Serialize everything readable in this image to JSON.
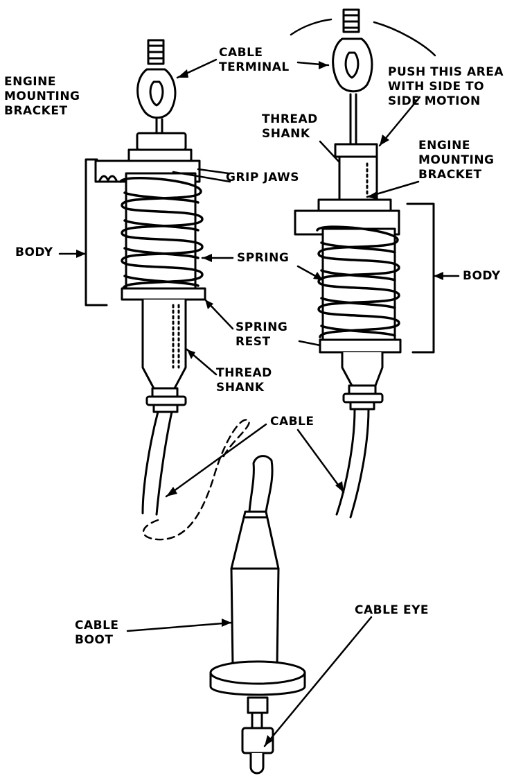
{
  "labels": {
    "left_engine_bracket": [
      "ENGINE",
      "MOUNTING",
      "BRACKET"
    ],
    "cable_terminal": [
      "CABLE",
      "TERMINAL"
    ],
    "push_area": [
      "PUSH THIS AREA",
      "WITH SIDE TO",
      "SIDE MOTION"
    ],
    "thread_shank_top": [
      "THREAD",
      "SHANK"
    ],
    "right_engine_bracket": [
      "ENGINE",
      "MOUNTING",
      "BRACKET"
    ],
    "grip_jaws": "GRIP JAWS",
    "body_left": "BODY",
    "spring": "SPRING",
    "body_right": "BODY",
    "spring_rest": [
      "SPRING",
      "REST"
    ],
    "thread_shank_bottom": [
      "THREAD",
      "SHANK"
    ],
    "cable": "CABLE",
    "cable_eye": "CABLE EYE",
    "cable_boot": [
      "CABLE",
      "BOOT"
    ]
  },
  "colors": {
    "ink": "#000000",
    "paper": "#ffffff"
  }
}
